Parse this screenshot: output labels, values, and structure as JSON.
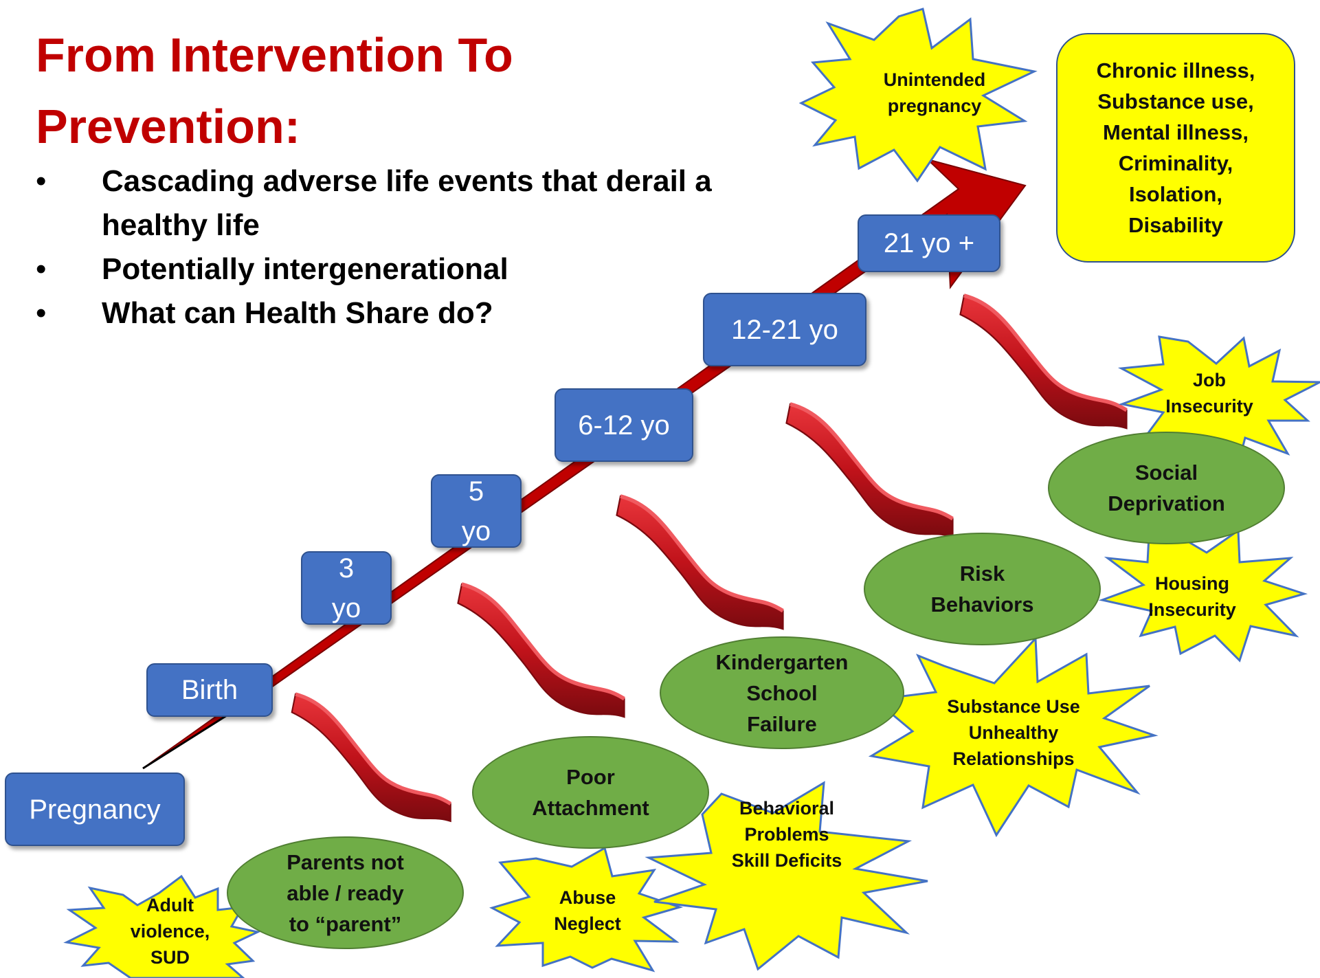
{
  "title": "From Intervention To Prevention:",
  "bullets": [
    "Cascading adverse life events that derail a healthy life",
    "Potentially intergenerational",
    "What can Health Share do?"
  ],
  "stages": {
    "pregnancy": "Pregnancy",
    "birth": "Birth",
    "age3_num": "3",
    "age3_unit": "yo",
    "age5_num": "5",
    "age5_unit": "yo",
    "age6_12": "6-12 yo",
    "age12_21": "12-21 yo",
    "age21": "21 yo +"
  },
  "risks": {
    "parents": "Parents not\nable / ready\nto “parent”",
    "attachment": "Poor\nAttachment",
    "kindergarten": "Kindergarten\nSchool\nFailure",
    "risk_behaviors": "Risk\nBehaviors",
    "social": "Social\nDeprivation"
  },
  "stressors": {
    "adult_violence": "Adult\nviolence,\nSUD",
    "abuse": "Abuse\nNeglect",
    "behavioral": "Behavioral\nProblems\nSkill Deficits",
    "substance": "Substance Use\nUnhealthy\nRelationships",
    "housing": "Housing\nInsecurity",
    "job": "Job\nInsecurity",
    "pregnancy": "Unintended\npregnancy"
  },
  "outcome": "Chronic illness,\nSubstance use,\nMental illness,\nCriminality,\nIsolation,\nDisability",
  "colors": {
    "title": "#c00000",
    "arrow": "#c00000",
    "stage_box": "#4472c4",
    "oval": "#70ad47",
    "burst": "#ffff00",
    "burst_outline": "#4472c4",
    "slide": "#c0121a"
  },
  "icons": {
    "slide": "slide-icon",
    "burst": "starburst-shape"
  }
}
